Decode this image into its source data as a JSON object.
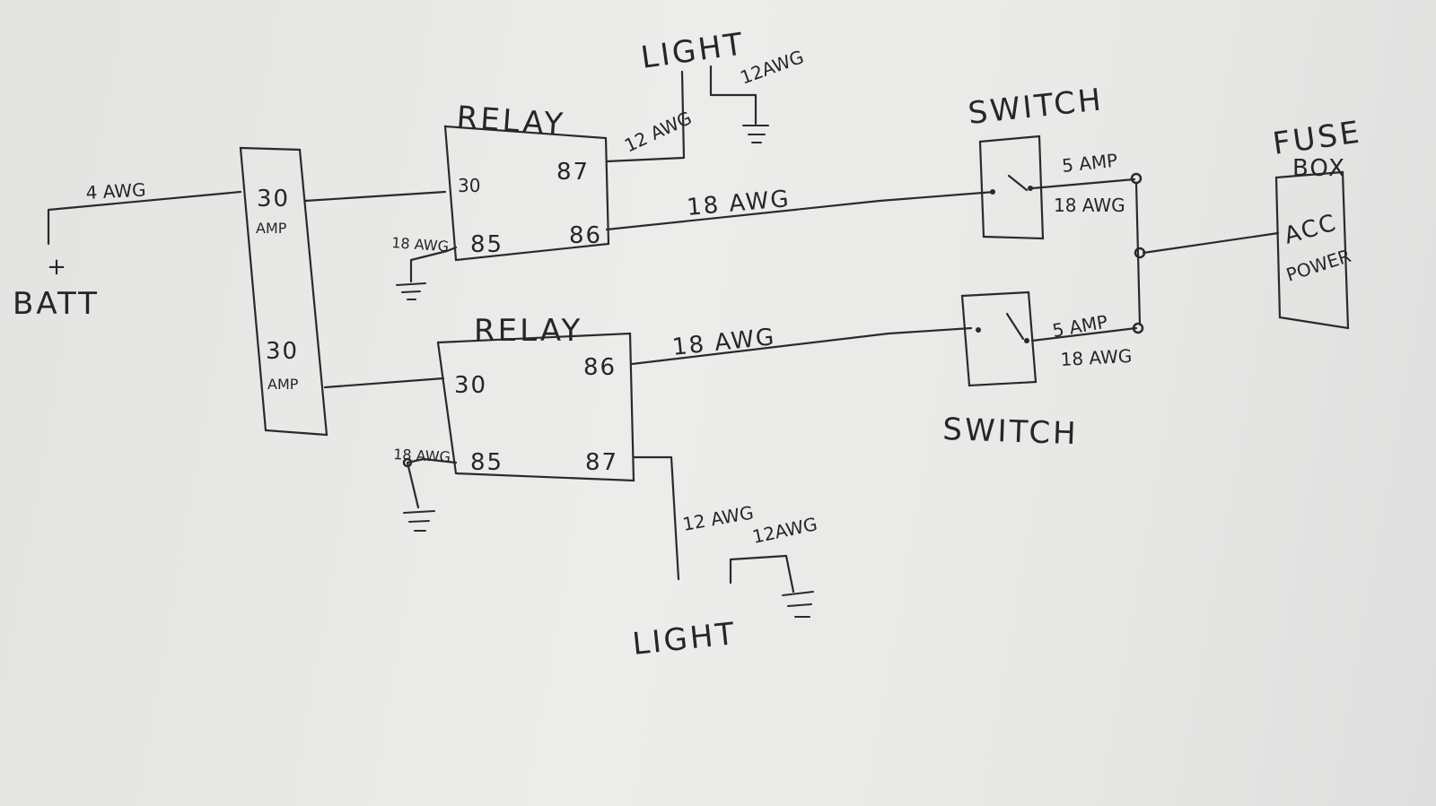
{
  "battery": {
    "plus": "+",
    "label": "BATT"
  },
  "wires": {
    "batt_to_fuse": "4 AWG",
    "relay1_87_to_light": "12 AWG",
    "light1_to_ground": "12AWG",
    "relay1_85_ground": "18 AWG",
    "relay1_86_to_switch": "18 AWG",
    "relay2_86_to_switch": "18 AWG",
    "relay2_85_ground": "18 AWG",
    "relay2_87_to_light": "12 AWG",
    "light2_to_ground": "12AWG"
  },
  "fuse_block": {
    "fuse1": {
      "rating": "30",
      "unit": "AMP"
    },
    "fuse2": {
      "rating": "30",
      "unit": "AMP"
    }
  },
  "relay1": {
    "title": "RELAY",
    "pin30": "30",
    "pin85": "85",
    "pin86": "86",
    "pin87": "87"
  },
  "relay2": {
    "title": "RELAY",
    "pin30": "30",
    "pin85": "85",
    "pin86": "86",
    "pin87": "87"
  },
  "light1": {
    "label": "LIGHT"
  },
  "light2": {
    "label": "LIGHT"
  },
  "switch1": {
    "label": "SWITCH",
    "fuse": "5 AMP",
    "wire": "18 AWG"
  },
  "switch2": {
    "label": "SWITCH",
    "fuse": "5 AMP",
    "wire": "18 AWG"
  },
  "fuse_box": {
    "title_line1": "FUSE",
    "title_line2": "BOX",
    "line1": "ACC",
    "line2": "POWER"
  }
}
